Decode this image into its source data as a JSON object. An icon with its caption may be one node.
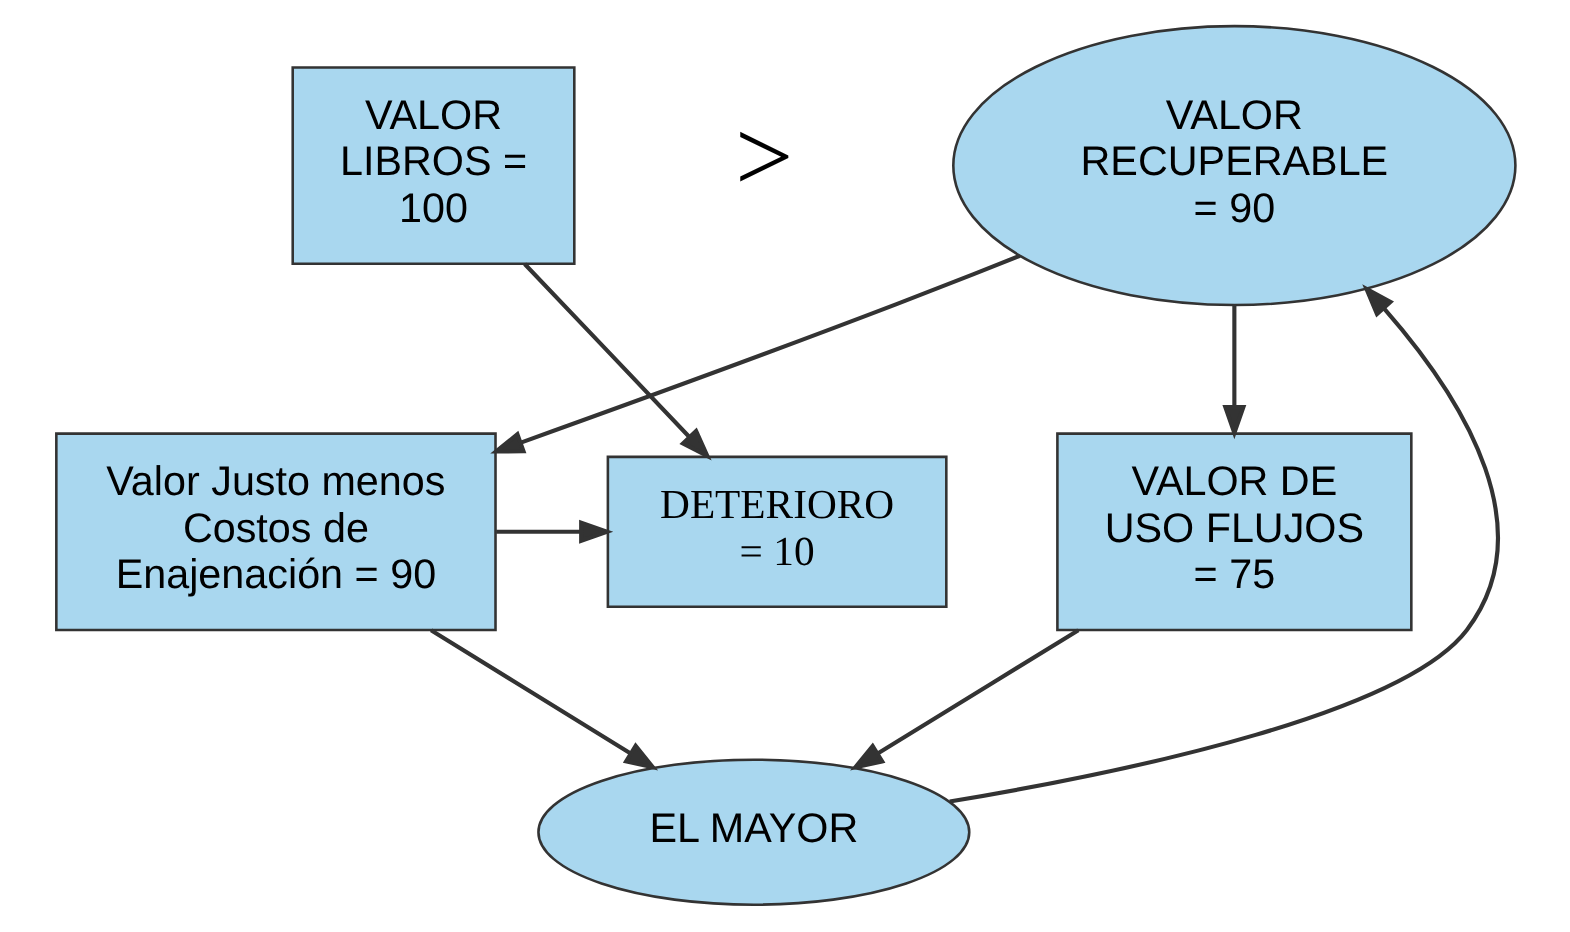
{
  "diagram": {
    "nodes": [
      {
        "text": [
          "VALOR LIBROS = 100"
        ]
      },
      {
        "text": [
          "VALOR RECUPERABLE = 90"
        ]
      },
      {
        "text": [
          "Valor Justo menos Costos de Enajenación = 90"
        ]
      },
      {
        "text": [
          "VALOR DE USO FLUJOS = 75"
        ]
      },
      {
        "text": [
          "DETERIORO = 10"
        ]
      },
      {
        "text": [
          "EL MAYOR"
        ]
      }
    ],
    "edges": [
      {
        "from": 0,
        "to": 4,
        "arrow": "to"
      },
      {
        "from": 1,
        "to": 2,
        "arrow": "to"
      },
      {
        "from": 1,
        "to": 3,
        "arrow": "to"
      },
      {
        "from": 2,
        "to": 4,
        "arrow": "to"
      },
      {
        "from": 2,
        "to": 5,
        "arrow": "to"
      },
      {
        "from": 3,
        "to": 5,
        "arrow": "to"
      },
      {
        "from": 5,
        "to": 1,
        "arrow": "to"
      }
    ],
    "labels": [
      ">"
    ]
  }
}
